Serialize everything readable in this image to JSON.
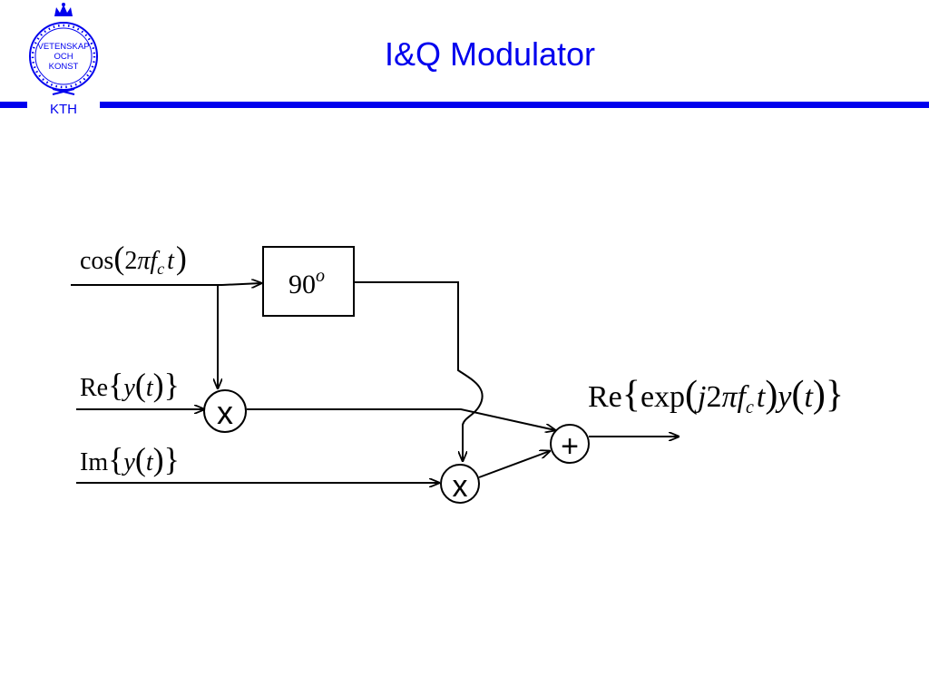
{
  "slide": {
    "title": "I&Q Modulator",
    "accent_color": "#0000ee",
    "logo": {
      "lines": [
        "VETENSKAP",
        "OCH",
        "KONST"
      ],
      "name": "KTH",
      "icon": "crown-seal-icon"
    }
  },
  "diagram": {
    "carrier_fn": "cos",
    "carrier_arg": {
      "lpar": "(",
      "num": "2",
      "pi": "π",
      "f": "f",
      "sub": "c",
      "t": "t",
      "rpar": ")"
    },
    "phase_shift": {
      "value": "90",
      "sup": "o"
    },
    "in_i": {
      "op": "Re",
      "lbrace": "{",
      "y": "y",
      "lpar": "(",
      "t": "t",
      "rpar": ")",
      "rbrace": "}"
    },
    "in_q": {
      "op": "Im",
      "lbrace": "{",
      "y": "y",
      "lpar": "(",
      "t": "t",
      "rpar": ")",
      "rbrace": "}"
    },
    "output": {
      "op": "Re",
      "lbrace": "{",
      "fn": "exp",
      "lpar": "(",
      "j": "j",
      "two": "2",
      "pi": "π",
      "f": "f",
      "sub": "c",
      "t": "t",
      "rpar": ")",
      "y": "y",
      "lpar2": "(",
      "t2": "t",
      "rpar2": ")",
      "rbrace": "}"
    },
    "mixer_symbol": "x",
    "adder_symbol": "+"
  }
}
